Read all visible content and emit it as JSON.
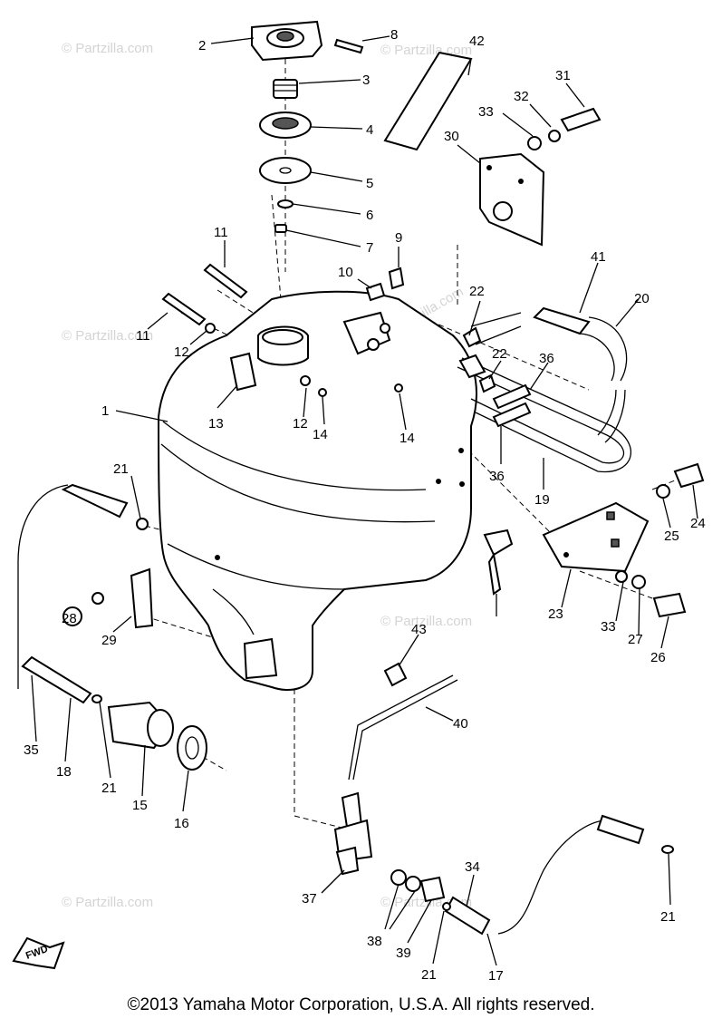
{
  "watermark": "© Partzilla.com",
  "badge": "FWD",
  "copyright": "©2013  Yamaha Motor Corporation, U.S.A. All rights reserved.",
  "callouts": {
    "c1": "1",
    "c2": "2",
    "c3": "3",
    "c4": "4",
    "c5": "5",
    "c6": "6",
    "c7": "7",
    "c8": "8",
    "c9": "9",
    "c10": "10",
    "c11a": "11",
    "c11b": "11",
    "c12a": "12",
    "c12b": "12",
    "c13": "13",
    "c14a": "14",
    "c14b": "14",
    "c15": "15",
    "c16": "16",
    "c17": "17",
    "c18": "18",
    "c19": "19",
    "c20": "20",
    "c21a": "21",
    "c21b": "21",
    "c21c": "21",
    "c21d": "21",
    "c22a": "22",
    "c22b": "22",
    "c23": "23",
    "c24": "24",
    "c25": "25",
    "c26": "26",
    "c27": "27",
    "c28": "28",
    "c29": "29",
    "c30": "30",
    "c31": "31",
    "c32": "32",
    "c33a": "33",
    "c33b": "33",
    "c34": "34",
    "c35": "35",
    "c36a": "36",
    "c36b": "36",
    "c37": "37",
    "c38": "38",
    "c39": "39",
    "c40": "40",
    "c41": "41",
    "c42": "42",
    "c43": "43"
  }
}
